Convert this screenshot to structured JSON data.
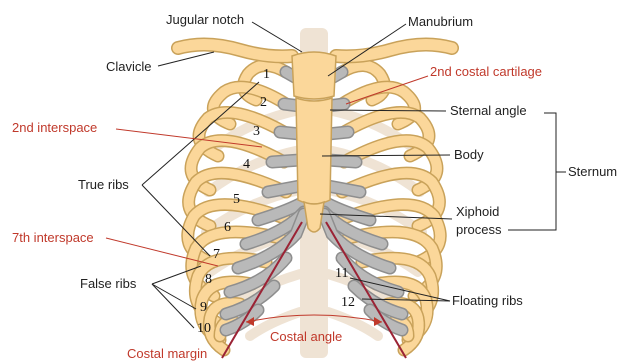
{
  "labels": {
    "jugular_notch": "Jugular notch",
    "manubrium": "Manubrium",
    "clavicle": "Clavicle",
    "second_costal_cartilage": "2nd costal cartilage",
    "second_interspace": "2nd interspace",
    "sternal_angle": "Sternal angle",
    "body": "Body",
    "sternum": "Sternum",
    "true_ribs": "True ribs",
    "xiphoid_line1": "Xiphoid",
    "xiphoid_line2": "process",
    "seventh_interspace": "7th interspace",
    "false_ribs": "False ribs",
    "floating_ribs": "Floating ribs",
    "costal_angle": "Costal angle",
    "costal_margin": "Costal margin"
  },
  "rib_numbers": [
    "1",
    "2",
    "3",
    "4",
    "5",
    "6",
    "7",
    "8",
    "9",
    "10",
    "11",
    "12"
  ],
  "colors": {
    "bone": "#fbd79a",
    "bone_outline": "#c9a25a",
    "cartilage": "#b9b9b9",
    "posterior": "#efe3d4",
    "highlight_label": "#c0392b"
  }
}
